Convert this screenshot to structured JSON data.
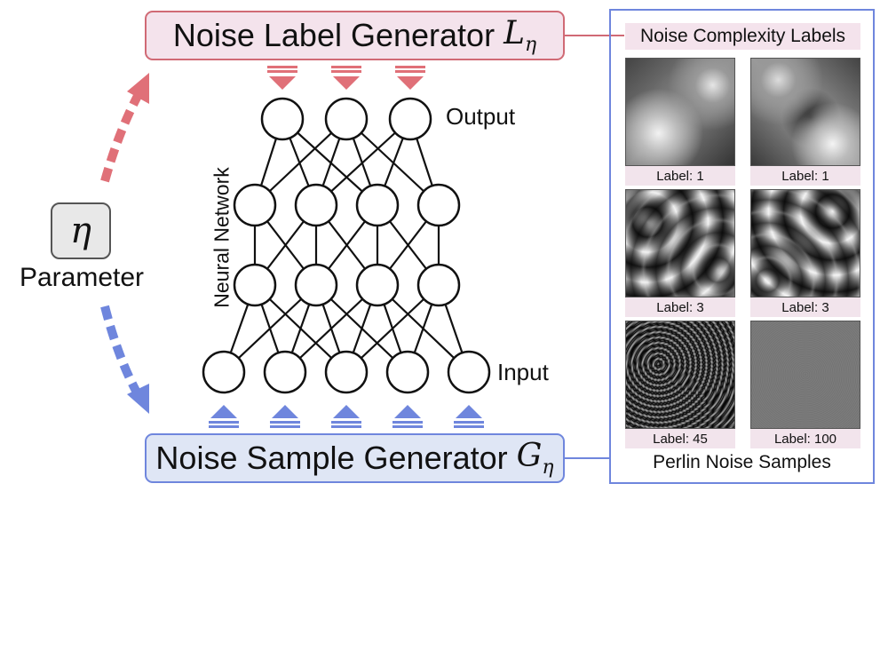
{
  "label_generator": {
    "text": "Noise Label Generator",
    "symbol": "L",
    "subscript": "η"
  },
  "sample_generator": {
    "text": "Noise Sample Generator",
    "symbol": "G",
    "subscript": "η"
  },
  "parameter": {
    "symbol": "η",
    "label": "Parameter"
  },
  "network": {
    "output_label": "Output",
    "input_label": "Input",
    "side_label": "Neural Network"
  },
  "panel": {
    "title": "Noise Complexity Labels",
    "caption": "Perlin Noise Samples",
    "samples": [
      {
        "label": "Label: 1"
      },
      {
        "label": "Label: 1"
      },
      {
        "label": "Label: 3"
      },
      {
        "label": "Label: 3"
      },
      {
        "label": "Label: 45"
      },
      {
        "label": "Label: 100"
      }
    ]
  },
  "colors": {
    "label_border": "#d06a75",
    "label_fill": "#f4e3ec",
    "sample_border": "#6f86dd",
    "sample_fill": "#dfe6f5",
    "red_arrow": "#e07078",
    "blue_arrow": "#6f86dd"
  }
}
